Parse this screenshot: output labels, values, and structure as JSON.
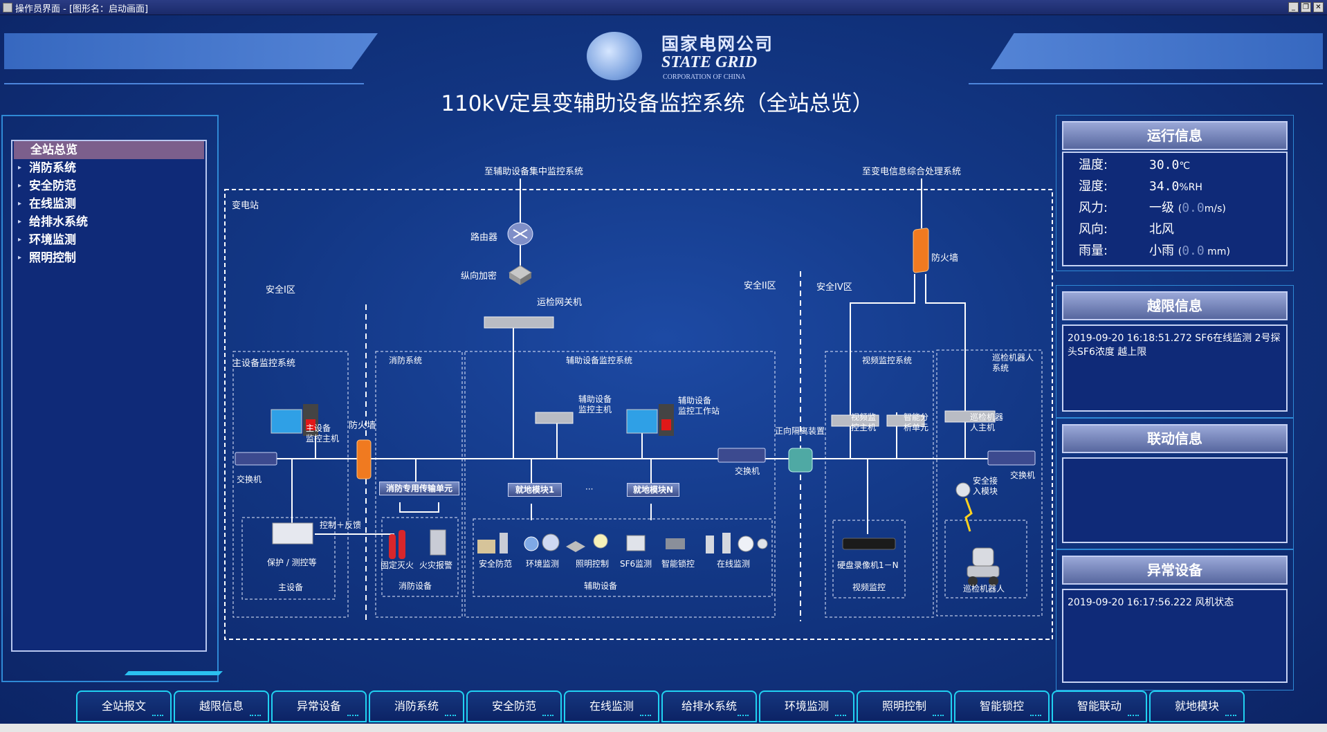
{
  "window": {
    "title": "操作员界面 - [图形名：启动画面]"
  },
  "header": {
    "logo_cn": "国家电网公司",
    "logo_en": "STATE GRID",
    "logo_en2": "CORPORATION OF CHINA",
    "title": "110kV定县变辅助设备监控系统（全站总览）"
  },
  "nav": {
    "items": [
      {
        "label": "全站总览",
        "active": true
      },
      {
        "label": "消防系统"
      },
      {
        "label": "安全防范"
      },
      {
        "label": "在线监测"
      },
      {
        "label": "给排水系统"
      },
      {
        "label": "环境监测"
      },
      {
        "label": "照明控制"
      }
    ]
  },
  "diagram": {
    "to_central": "至辅助设备集中监控系统",
    "to_info": "至变电信息综合处理系统",
    "substation": "变电站",
    "zone1": "安全I区",
    "zone2": "安全II区",
    "zone4": "安全IV区",
    "router": "路由器",
    "vertical_enc": "纵向加密",
    "gateway": "运检网关机",
    "firewall_right": "防火墙",
    "firewall_left": "防火墙",
    "main_sys": "主设备监控系统",
    "main_host": "主设备\n监控主机",
    "switch_left": "交换机",
    "control_feedback": "控制＋反馈",
    "protect": "保护 / 测控等",
    "main_equip": "主设备",
    "fire_sys": "消防系统",
    "fire_unit": "消防专用传输单元",
    "fixed_fire": "固定灭火",
    "fire_alarm": "火灾报警",
    "fire_equip": "消防设备",
    "aux_sys": "辅助设备监控系统",
    "aux_host": "辅助设备\n监控主机",
    "aux_ws": "辅助设备\n监控工作站",
    "local_module_1": "就地模块1",
    "ellipsis": "···",
    "local_module_n": "就地模块N",
    "security": "安全防范",
    "env": "环境监测",
    "lighting": "照明控制",
    "sf6": "SF6监测",
    "smart_lock": "智能锁控",
    "online": "在线监测",
    "aux_equip": "辅助设备",
    "switch_mid": "交换机",
    "isolation": "正向隔离装置",
    "video_sys": "视频监控系统",
    "video_host": "视频监\n控主机",
    "smart_analysis": "智能分\n析单元",
    "nvr": "硬盘录像机1－N",
    "video_mon": "视频监控",
    "robot_sys": "巡检机器人\n系统",
    "robot_host": "巡检机器\n人主机",
    "safe_access": "安全接\n入模块",
    "switch_right": "交换机",
    "robot": "巡检机器人"
  },
  "run_info": {
    "title": "运行信息",
    "temp_label": "温度:",
    "temp_value": "30.0",
    "temp_unit": "℃",
    "hum_label": "湿度:",
    "hum_value": "34.0",
    "hum_unit": "%RH",
    "wind_label": "风力:",
    "wind_value": "一级",
    "wind_open": "(",
    "wind_num": "0.0",
    "wind_unit": "m/s)",
    "dir_label": "风向:",
    "dir_value": "北风",
    "rain_label": "雨量:",
    "rain_value": "小雨",
    "rain_open": "(",
    "rain_num": "0.0",
    "rain_unit": " mm)"
  },
  "limit_info": {
    "title": "越限信息",
    "message": "2019-09-20 16:18:51.272 SF6在线监测 2号探头SF6浓度 越上限"
  },
  "link_info": {
    "title": "联动信息"
  },
  "abnormal": {
    "title": "异常设备",
    "message": "2019-09-20 16:17:56.222 风机状态"
  },
  "tabs": [
    "全站报文",
    "越限信息",
    "异常设备",
    "消防系统",
    "安全防范",
    "在线监测",
    "给排水系统",
    "环境监测",
    "照明控制",
    "智能锁控",
    "智能联动",
    "就地模块"
  ],
  "colors": {
    "background": "#123683",
    "accent": "#21d2f2",
    "firewall": "#f07a20",
    "nav_active": "#7c5f8c"
  }
}
